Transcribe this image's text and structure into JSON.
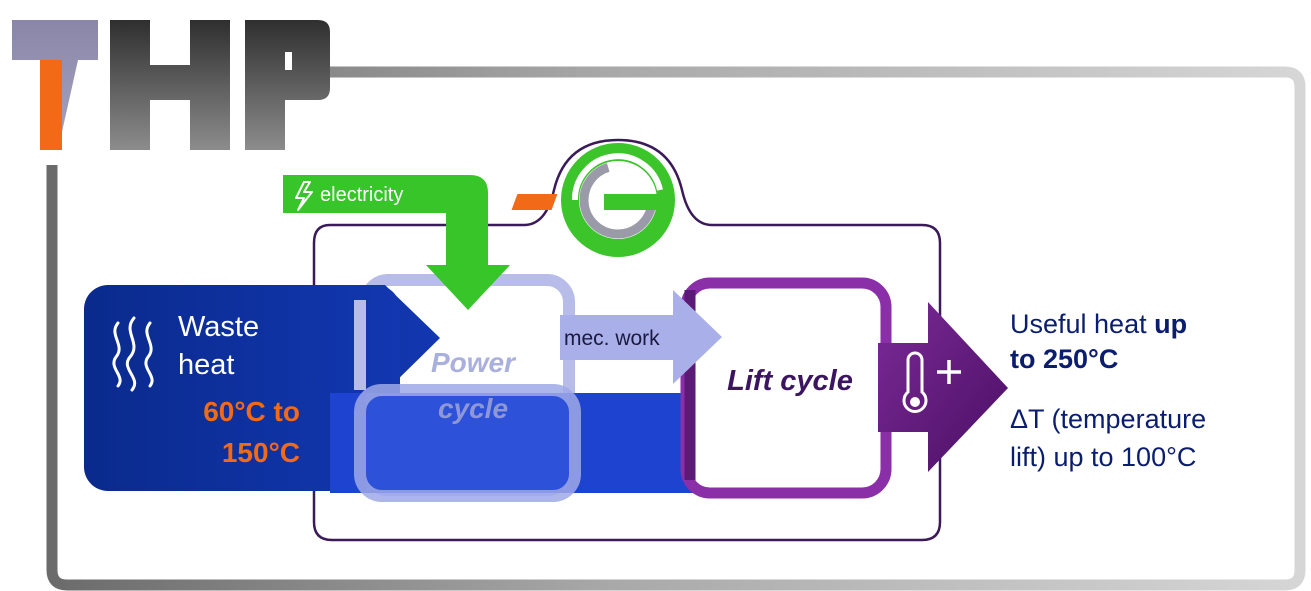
{
  "logo": {
    "text": "THP"
  },
  "colors": {
    "orange": "#f26a17",
    "green": "#36c42a",
    "navy": "#0b2a8e",
    "blue": "#1f47d4",
    "purple": "#3c1560",
    "violet": "#8a2fa8",
    "frame_grey": "#c9c9c9"
  },
  "diagram": {
    "electricity_label": "electricity",
    "mec_work_label": "mec. work",
    "power_cycle": {
      "line1": "Power",
      "line2": "cycle"
    },
    "lift_cycle_label": "Lift cycle",
    "waste_heat": {
      "line1": "Waste",
      "line2": "heat",
      "range_line1": "60°C to",
      "range_line2": "150°C"
    },
    "useful_heat": {
      "line1_prefix": "Useful heat ",
      "line1_bold": "up",
      "line2_bold": "to 250°C"
    },
    "delta_t": {
      "line1": "ΔT (temperature",
      "line2": "lift) up to 100°C"
    },
    "icons": [
      "lightning-icon",
      "heat-waves-icon",
      "thermometer-plus-icon",
      "e-logo-icon"
    ]
  }
}
